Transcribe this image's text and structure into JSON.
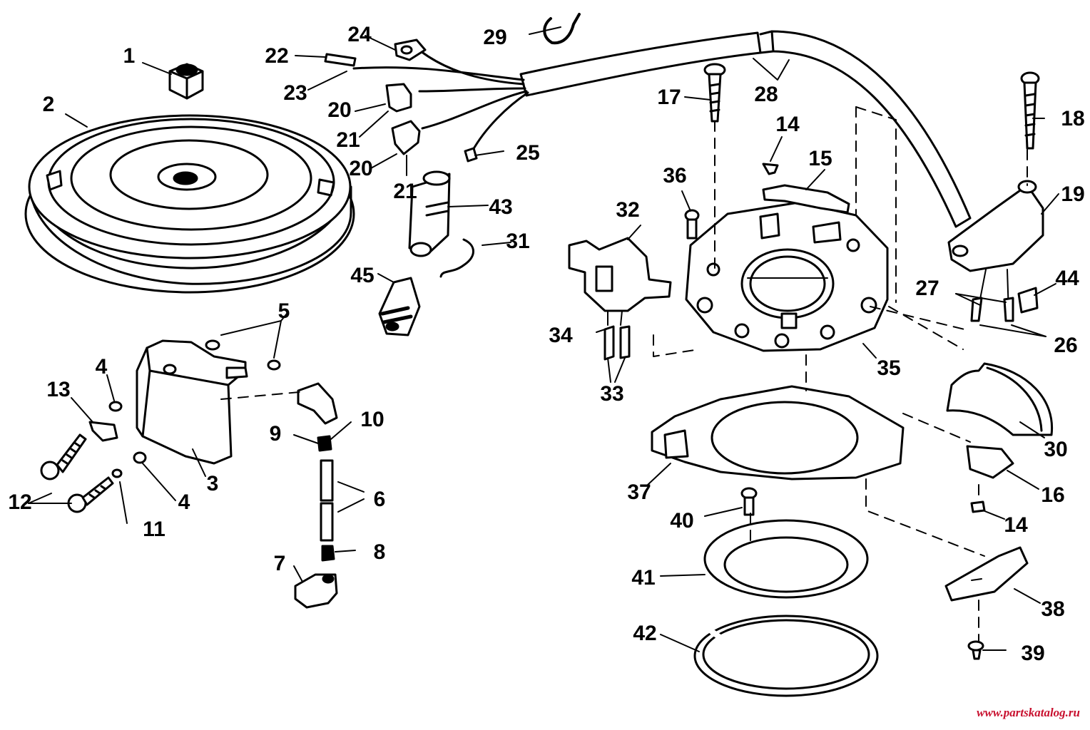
{
  "part_numbers": [
    "1",
    "2",
    "3",
    "4",
    "4",
    "5",
    "6",
    "7",
    "8",
    "9",
    "10",
    "11",
    "12",
    "13",
    "14",
    "14",
    "15",
    "16",
    "17",
    "18",
    "19",
    "20",
    "20",
    "21",
    "21",
    "22",
    "23",
    "24",
    "25",
    "26",
    "27",
    "28",
    "29",
    "30",
    "31",
    "32",
    "33",
    "34",
    "35",
    "36",
    "37",
    "38",
    "39",
    "40",
    "41",
    "42",
    "43",
    "44",
    "45"
  ],
  "watermark": "www.partskatalog.ru"
}
